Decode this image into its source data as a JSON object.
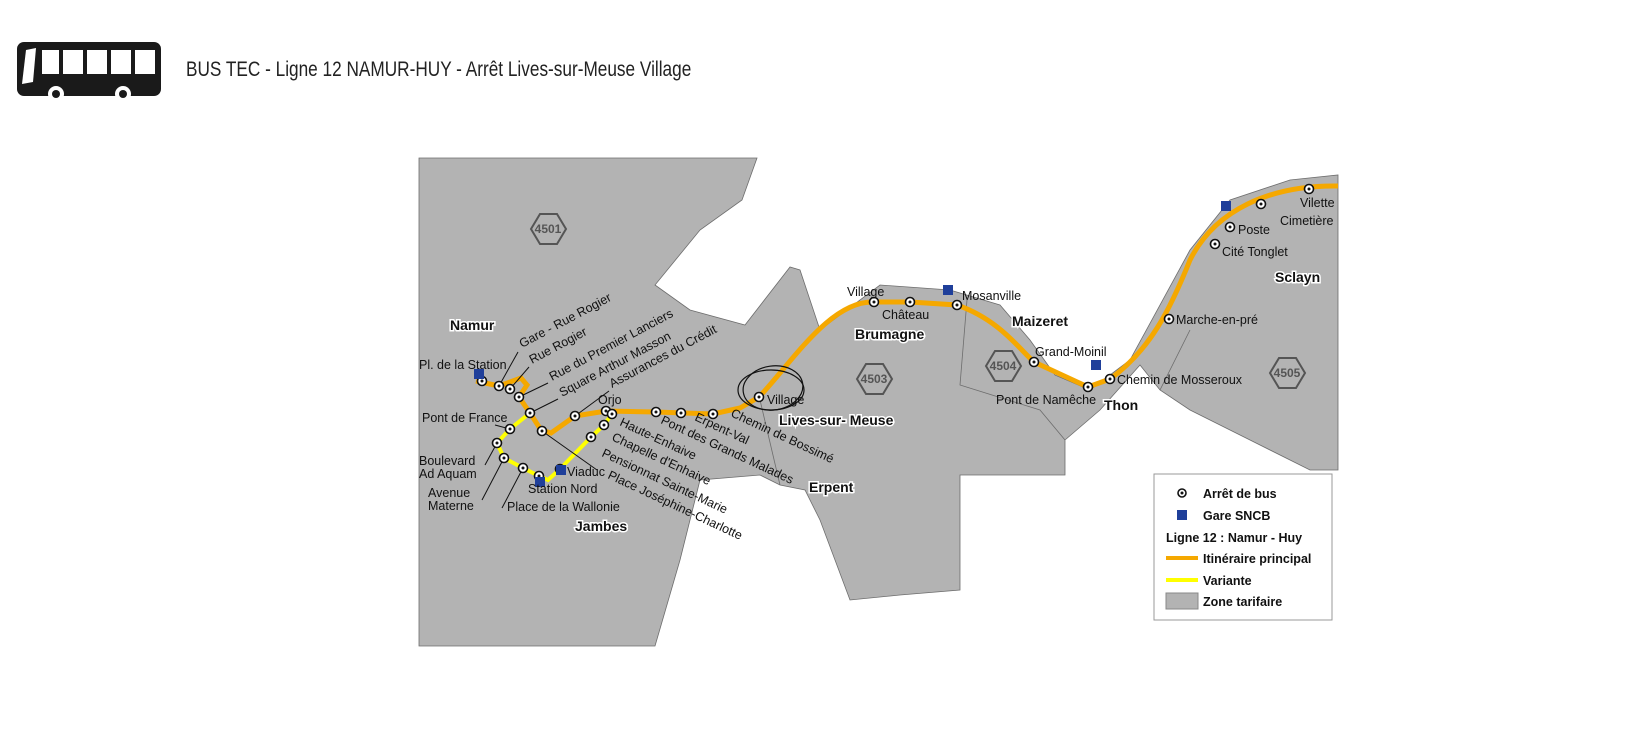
{
  "header": {
    "icon": "bus-icon",
    "title": "BUS TEC - Ligne 12 NAMUR-HUY - Arrêt Lives-sur-Meuse Village"
  },
  "map": {
    "places": [
      "Namur",
      "Jambes",
      "Lives-sur- Meuse",
      "Erpent",
      "Brumagne",
      "Maizeret",
      "Thon",
      "Sclayn"
    ],
    "zones": [
      "4501",
      "4503",
      "4504",
      "4505"
    ],
    "stops": [
      "Pl. de la Station",
      "Gare - Rue Rogier",
      "Rue Rogier",
      "Rue du Premier Lanciers",
      "Square Arthur Masson",
      "Assurances du Crédit",
      "Orjo",
      "Haute-Enhaive",
      "Chapelle d'Enhaive",
      "Pensionnat Sainte-Marie",
      "Place Joséphine-Charlotte",
      "Pont de France",
      "Boulevard",
      "Ad Aquam",
      "Avenue",
      "Materne",
      "Place de la Wallonie",
      "Station Nord",
      "Viaduc",
      "Pont des Grands Malades",
      "Erpent-Val",
      "Chemin de Bossimé",
      "Village",
      "Village",
      "Château",
      "Mosanville",
      "Grand-Moinil",
      "Pont de Namêche",
      "Chemin de Mosseroux",
      "Marche-en-pré",
      "Cité Tonglet",
      "Poste",
      "Cimetière",
      "Vilette"
    ],
    "colors": {
      "main": "#f5a800",
      "variant": "#ffff00",
      "zone": "#b3b3b3",
      "station": "#1f3f9a"
    }
  },
  "legend": {
    "items": [
      "Arrêt de bus",
      "Gare SNCB",
      "Ligne 12 : Namur - Huy",
      "Itinéraire principal",
      "Variante",
      "Zone tarifaire"
    ]
  }
}
